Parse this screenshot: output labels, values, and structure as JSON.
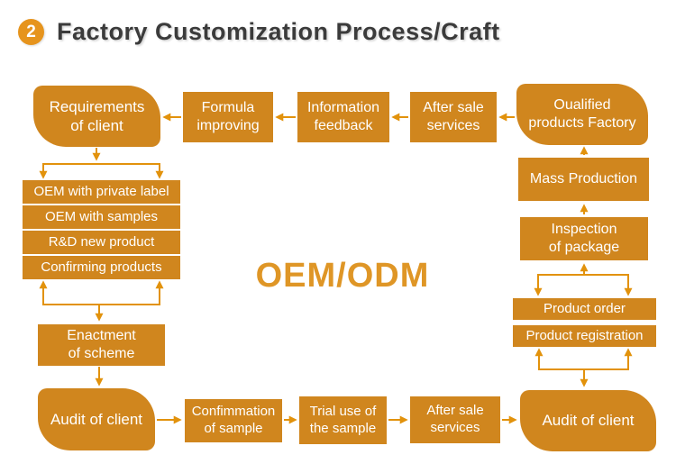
{
  "title": {
    "badge": "2",
    "text": "Factory Customization Process/Craft"
  },
  "center_label": "OEM/ODM",
  "colors": {
    "box": "#D0861E",
    "arrow": "#E2920C",
    "accent": "#DF9626",
    "badge": "#E6941D",
    "title-color": "#3B3B3B",
    "node-text": "#FFFFFF"
  },
  "nodes": {
    "requirements": "Requirements\nof client",
    "formula": "Formula\nimproving",
    "information": "Information\nfeedback",
    "after_sale_top": "After sale\nservices",
    "qualified": "Oualified\nproducts Factory",
    "oem_private": "OEM with private label",
    "oem_samples": "OEM with samples",
    "rd_new": "R&D new product",
    "confirming": "Confirming products",
    "enactment": "Enactment\nof scheme",
    "audit_left": "Audit of client",
    "confirmation": "Confimmation\nof sample",
    "trial": "Trial use of\nthe sample",
    "after_sale_bottom": "After sale\nservices",
    "audit_right": "Audit of client",
    "product_registration": "Product registration",
    "product_order": "Product order",
    "inspection": "Inspection\nof package",
    "mass_production": "Mass Production"
  }
}
